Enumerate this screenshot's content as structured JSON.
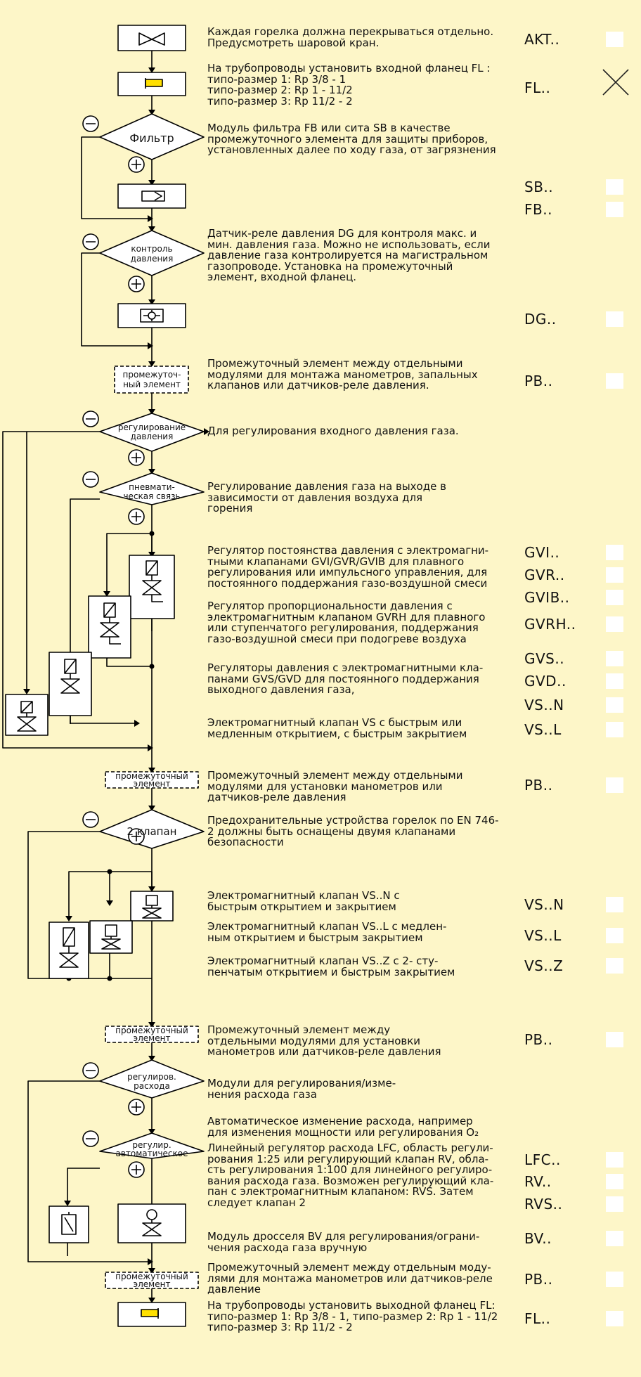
{
  "diagram": {
    "filter": "Фильтр",
    "pressure_control_1": "контроль",
    "pressure_control_2": "давления",
    "intermediate_short_1": "промежуточ-",
    "intermediate_short_2": "ный элемент",
    "governor_1": "регулирование",
    "governor_2": "давления",
    "pneumatic_1": "пневмати-",
    "pneumatic_2": "ческая связь",
    "intermediate_long_1": "промежуточный",
    "intermediate_long_2": "элемент",
    "two_valves": "2 клапан",
    "flow_regulation_1": "регулиров.",
    "flow_regulation_2": "расхода",
    "auto_control_1": "регулир.",
    "auto_control_2": "автоматическое"
  },
  "descriptions": [
    "Каждая горелка должна перекрываться отдельно.\nПредусмотреть шаровой кран.",
    "На трубопроводы установить входной фланец FL :\nтипо-размер 1: Rp 3/8 - 1\nтипо-размер 2: Rp 1 - 11/2\nтипо-размер 3: Rp 11/2 - 2",
    "Модуль фильтра FB или сита SB в качестве\nпромежуточного элемента для защиты приборов,\nустановленных далее по ходу газа, от загрязнения",
    "Датчик-реле давления DG для контроля макс. и\nмин. давления газа. Можно не использовать, если\nдавление газа контролируется на магистральном\nгазопроводе. Установка на промежуточный\nэлемент, входной фланец.",
    "Промежуточный элемент между отдельными\nмодулями для монтажа манометров, запальных\nклапанов или датчиков-реле давления.",
    "Для регулирования входного давления газа.",
    "Регулирование давления газа на выходе в\nзависимости от давления воздуха для\nгорения",
    "Регулятор постоянства давления с электромагни-\nтными клапанами GVI/GVR/GVIB для плавного\nрегулирования или импульсного управления, для\nпостоянного поддержания газо-воздушной смеси",
    "Регулятор пропорциональности давления с\nэлектромагнитным клапаном GVRH для плавного\nили ступенчатого регулирования, поддержания\nгазо-воздушной смеси при подогреве воздуха",
    "Регуляторы давления с электромагнитными кла-\nпанами GVS/GVD для постоянного поддержания\nвыходного давления газа,",
    "Электромагнитный клапан VS с быстрым или\nмедленным открытием, с быстрым закрытием",
    "Промежуточный элемент между отдельными\nмодулями для установки манометров или\nдатчиков-реле давления",
    "Предохранительные устройства горелок по EN 746-\n2 должны быть оснащены двумя клапанами\nбезопасности",
    "Электромагнитный клапан VS..N с\nбыстрым открытием и закрытием",
    "Электромагнитный клапан VS..L с медлен-\nным открытием и быстрым закрытием",
    "Электромагнитный клапан VS..Z с 2- сту-\nпенчатым открытием и быстрым закрытием",
    "Промежуточный элемент между\nотдельными модулями для установки\nманометров или датчиков-реле давления",
    "Модули для регулирования/изме-\nнения расхода газа",
    "Автоматическое изменение расхода, например\nдля изменения мощности или регулирования O₂",
    "Линейный регулятор расхода LFC, область регули-\nрования 1:25 или регулирующий клапан RV, обла-\nсть регулирования 1:100 для линейного регулиро-\nвания расхода газа. Возможен регулирующий кла-\nпан с электромагнитным клапаном: RVS. Затем\nследует клапан 2",
    "Модуль дросселя BV для регулирования/ограни-\nчения расхода газа вручную",
    "Промежуточный элемент между отдельным моду-\nлями для монтажа манометров или датчиков-реле\nдавление",
    "На трубопроводы установить выходной фланец FL:\nтипо-размер 1: Rp 3/8 - 1, типо-размер 2: Rp 1 - 11/2\nтипо-размер 3: Rp 11/2 - 2"
  ],
  "codes": [
    "AKT..",
    "FL..",
    "SB..",
    "FB..",
    "DG..",
    "PB..",
    "GVI..",
    "GVR..",
    "GVIB..",
    "GVRH..",
    "GVS..",
    "GVD..",
    "VS..N",
    "VS..L",
    "PB..",
    "VS..N",
    "VS..L",
    "VS..Z",
    "PB..",
    "LFC..",
    "RV..",
    "RVS..",
    "BV..",
    "PB..",
    "FL.."
  ],
  "colors": {
    "background": "#fdf6c8",
    "flange_marker": "#ffe000",
    "checkbox": "#ffffff"
  }
}
